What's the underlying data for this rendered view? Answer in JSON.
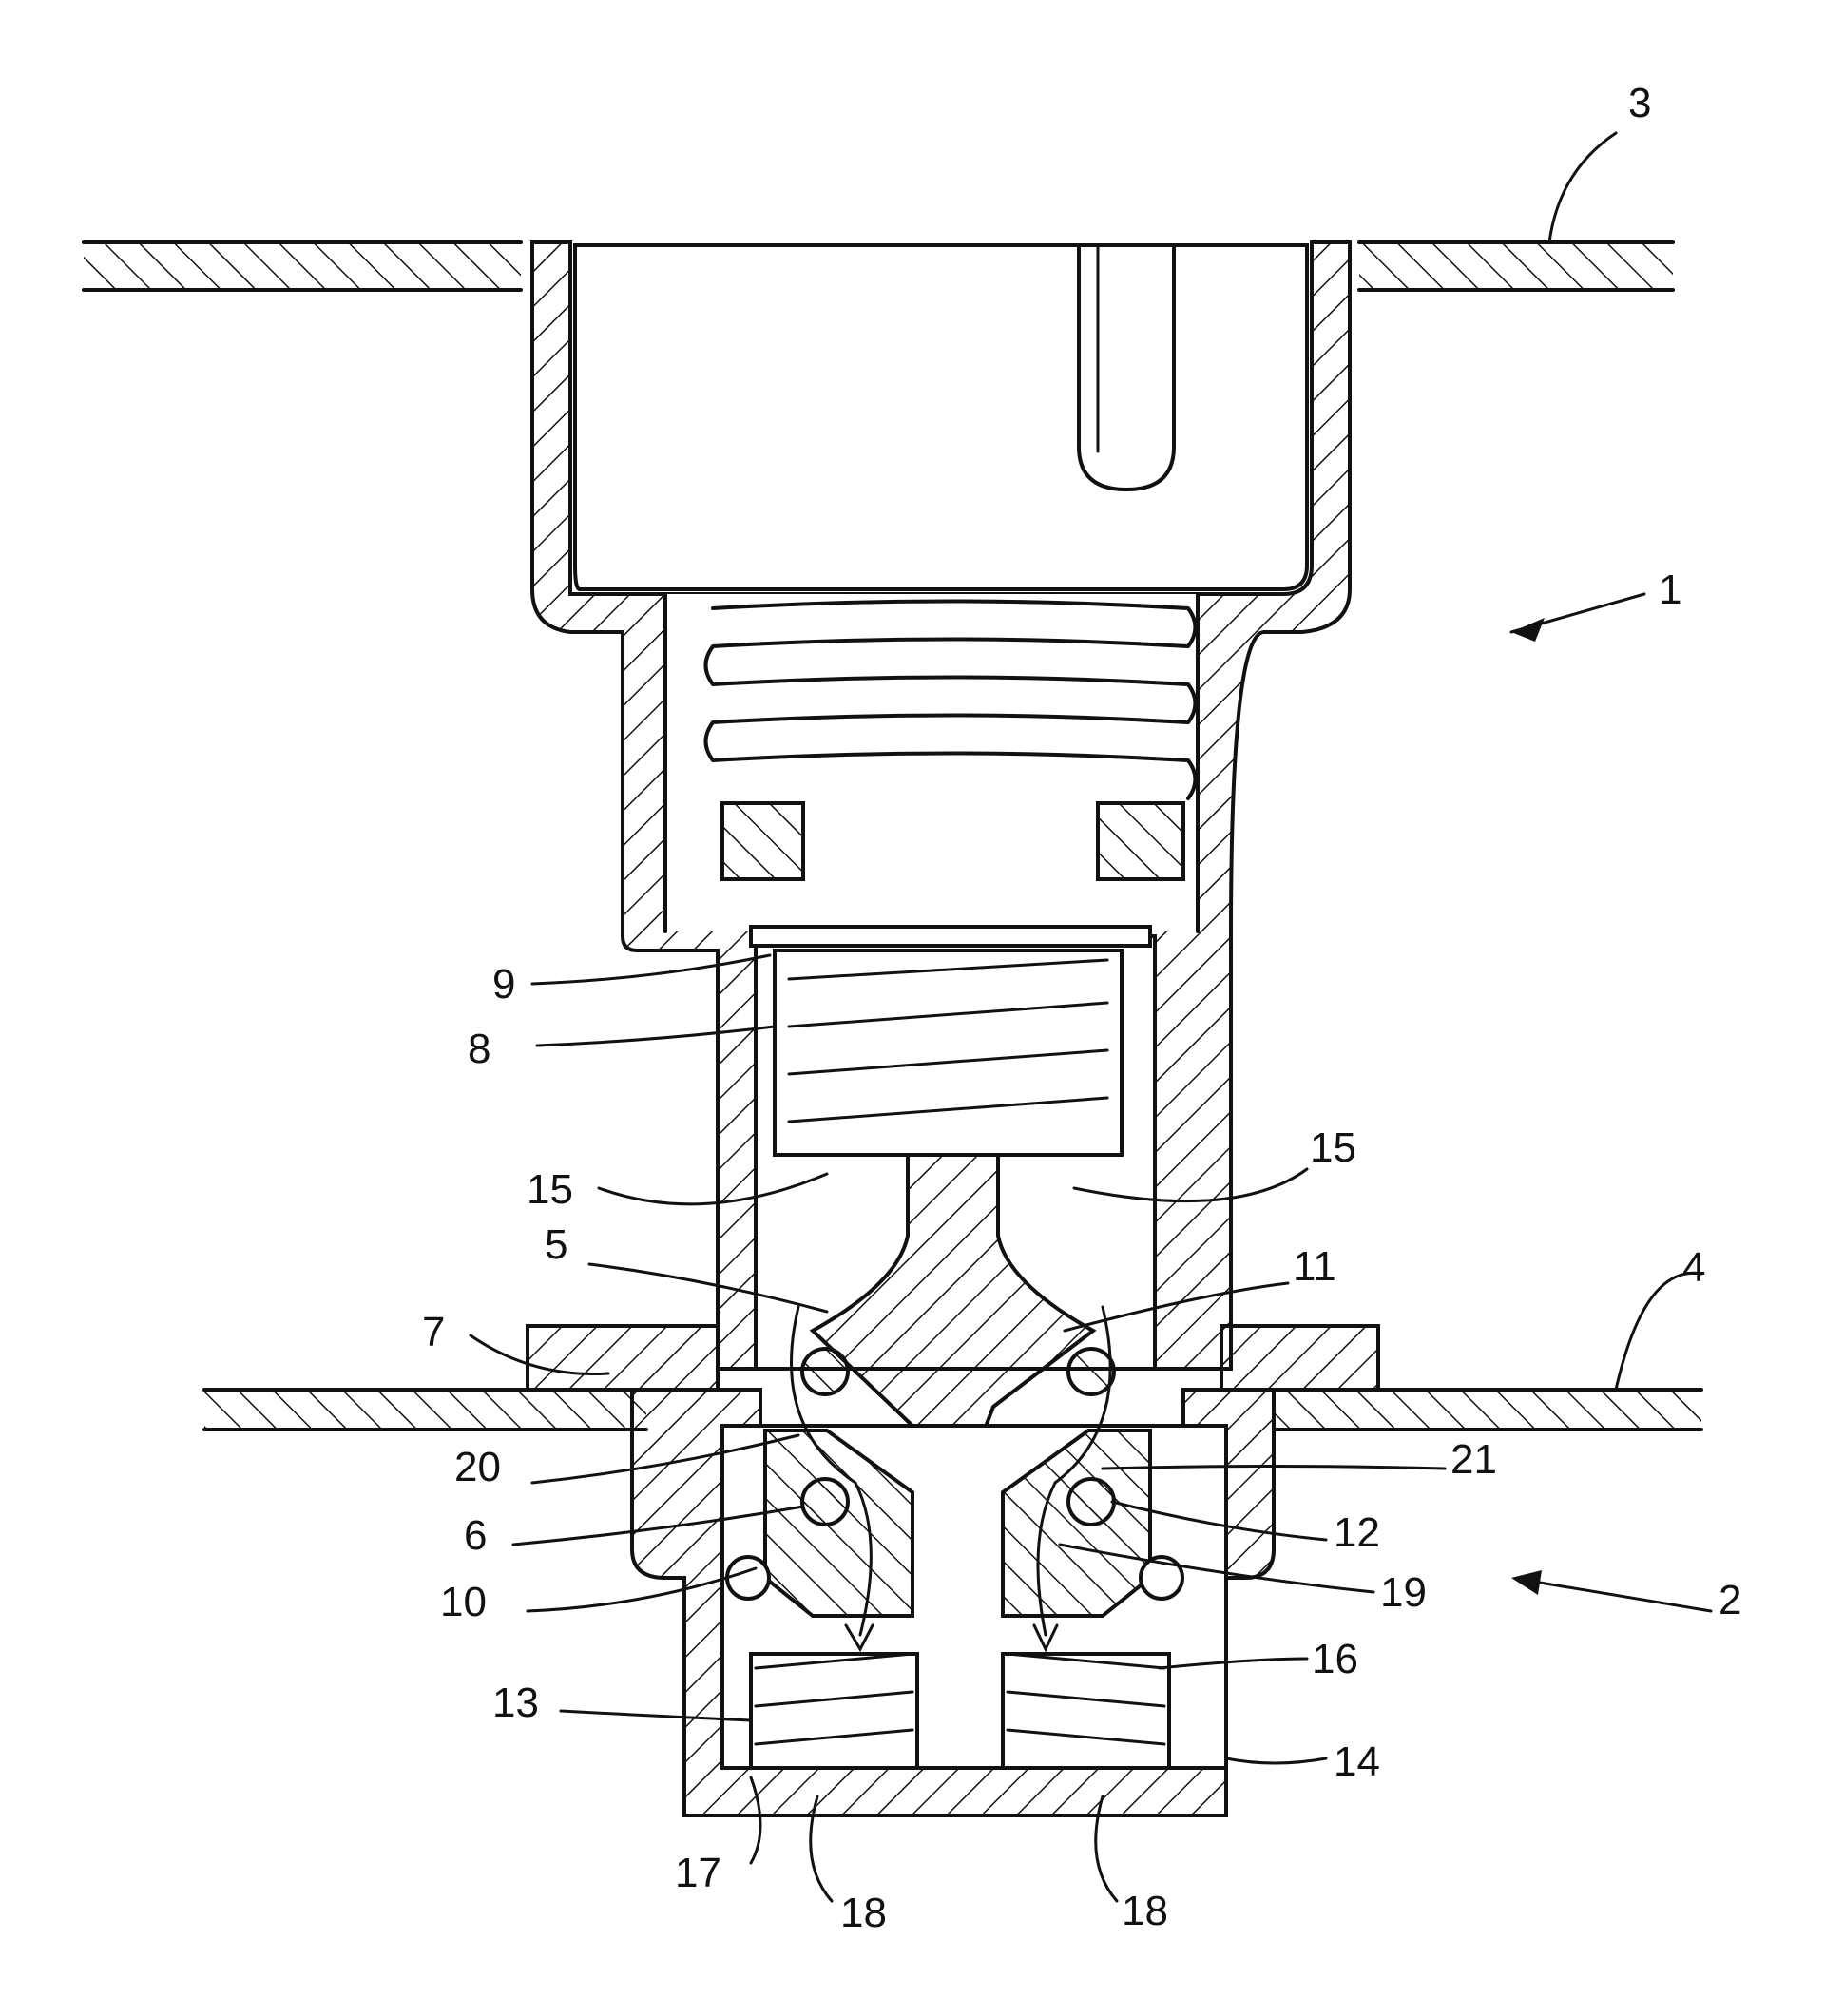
{
  "figure": {
    "labels": [
      {
        "id": "l3",
        "text": "3"
      },
      {
        "id": "l1",
        "text": "1"
      },
      {
        "id": "l9",
        "text": "9"
      },
      {
        "id": "l8",
        "text": "8"
      },
      {
        "id": "l15a",
        "text": "15"
      },
      {
        "id": "l15b",
        "text": "15"
      },
      {
        "id": "l5",
        "text": "5"
      },
      {
        "id": "l11",
        "text": "11"
      },
      {
        "id": "l4",
        "text": "4"
      },
      {
        "id": "l7",
        "text": "7"
      },
      {
        "id": "l20",
        "text": "20"
      },
      {
        "id": "l21",
        "text": "21"
      },
      {
        "id": "l6",
        "text": "6"
      },
      {
        "id": "l12",
        "text": "12"
      },
      {
        "id": "l10",
        "text": "10"
      },
      {
        "id": "l19",
        "text": "19"
      },
      {
        "id": "l2",
        "text": "2"
      },
      {
        "id": "l16",
        "text": "16"
      },
      {
        "id": "l13",
        "text": "13"
      },
      {
        "id": "l14",
        "text": "14"
      },
      {
        "id": "l17",
        "text": "17"
      },
      {
        "id": "l18a",
        "text": "18"
      },
      {
        "id": "l18b",
        "text": "18"
      }
    ]
  }
}
